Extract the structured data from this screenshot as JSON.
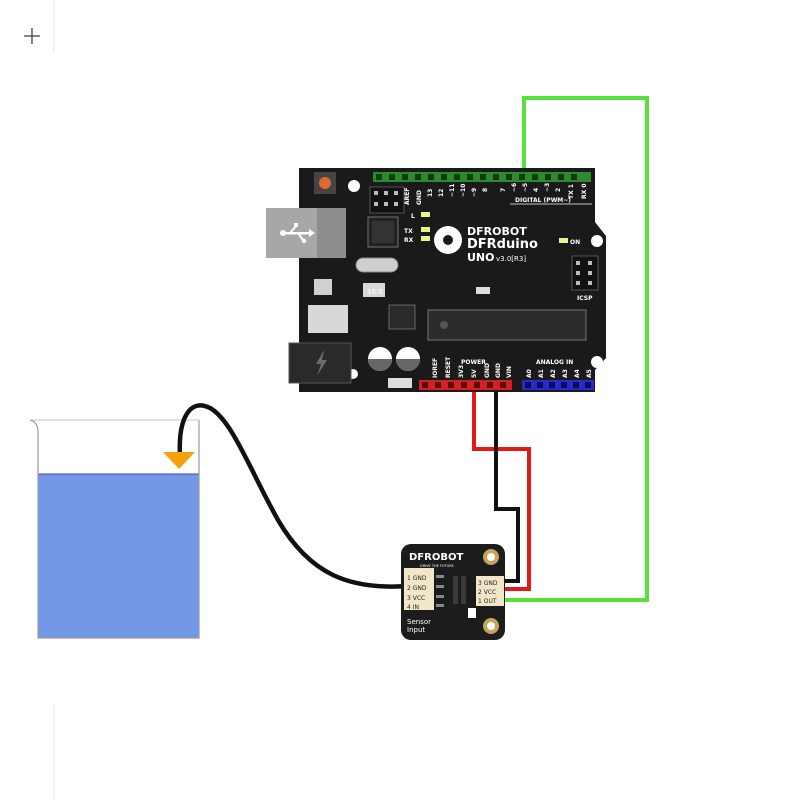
{
  "colors": {
    "board": "#1a1a1a",
    "green_header": "#2f8a2f",
    "wire_green": "#55e23a",
    "wire_red": "#e01a1a",
    "wire_black": "#111111",
    "water": "#7399e6",
    "water_border": "#3a3acf",
    "arrow": "#f5a10a",
    "power_header": "#d42020",
    "analog_header": "#2a2ac8"
  },
  "board": {
    "brand": "DFROBOT",
    "model": "DFRduino",
    "version_main": "UNO",
    "version_sub": "v3.0[R3]",
    "digital_label": "DIGITAL (PWM~)",
    "power_label": "POWER",
    "analog_label": "ANALOG IN",
    "icsp_label": "ICSP",
    "on_label": "ON",
    "l_label": "L",
    "tx_label": "TX",
    "rx_label": "RX",
    "digital_pins": [
      "AREF",
      "GND",
      "13",
      "12",
      "~11",
      "~10",
      "~9",
      "8",
      "7",
      "~6",
      "~5",
      "4",
      "~3",
      "2",
      "TX 1",
      "RX 0"
    ],
    "power_pins": [
      "IOREF",
      "RESET",
      "3V3",
      "5V",
      "GND",
      "GND",
      "VIN"
    ],
    "analog_pins": [
      "A0",
      "A1",
      "A2",
      "A3",
      "A4",
      "A5"
    ],
    "crystal_label": "16.0"
  },
  "module": {
    "brand": "DFROBOT",
    "tagline": "DRIVE THE FUTURE",
    "left_pins": [
      "1 GND",
      "2 GND",
      "3 VCC",
      "4 IN"
    ],
    "right_pins": [
      "3 GND",
      "2 VCC",
      "1 OUT"
    ],
    "caption_line1": "Sensor",
    "caption_line2": "Input"
  },
  "ui": {
    "crosshair_icon": "plus-icon"
  }
}
